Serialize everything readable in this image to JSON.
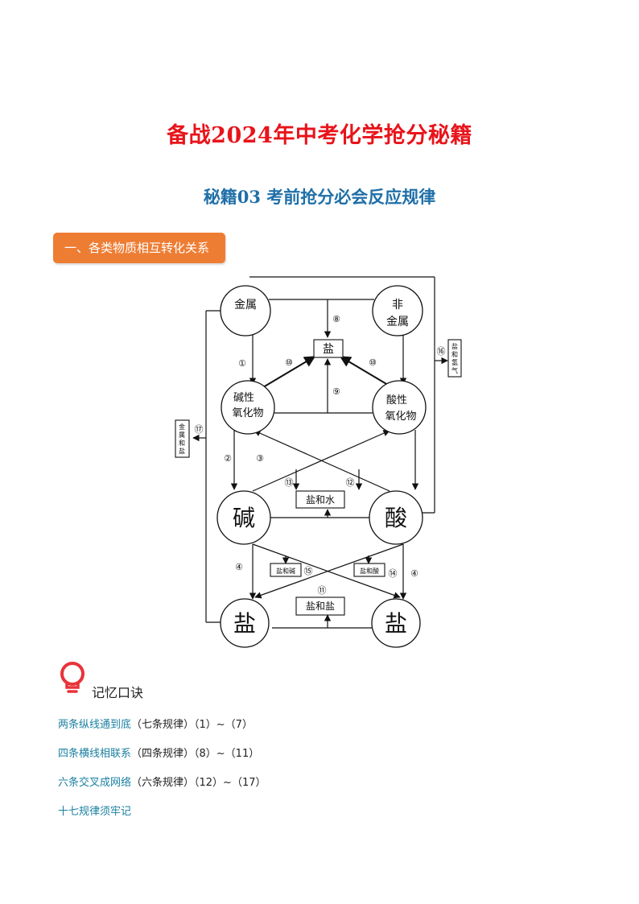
{
  "header": {
    "title": "备战2024年中考化学抢分秘籍",
    "subtitle": "秘籍03    考前抢分必会反应规律"
  },
  "section": {
    "banner": "一、各类物质相互转化关系"
  },
  "diagram": {
    "nodes": {
      "metal": "金属",
      "nonmetal_line1": "非",
      "nonmetal_line2": "金属",
      "basic_oxide_line1": "碱性",
      "basic_oxide_line2": "氧化物",
      "acidic_oxide_line1": "酸性",
      "acidic_oxide_line2": "氧化物",
      "base": "碱",
      "acid": "酸",
      "salt_left": "盐",
      "salt_right": "盐"
    },
    "boxes": {
      "salt_top": "盐",
      "salt_water": "盐和水",
      "salt_base": "盐和碱",
      "salt_acid": "盐和酸",
      "salt_salt": "盐和盐",
      "salt_hydrogen": [
        "盐",
        "和",
        "氢",
        "气"
      ],
      "metal_salt": [
        "金",
        "属",
        "和",
        "盐"
      ]
    },
    "markers": {
      "m1": "①",
      "m2": "②",
      "m3": "③",
      "m4a": "④",
      "m4b": "④",
      "m8": "⑧",
      "m9": "⑨",
      "m10a": "⑩",
      "m10b": "⑩",
      "m11": "⑪",
      "m12": "⑫",
      "m13": "⑬",
      "m14": "⑭",
      "m15": "⑮",
      "m16": "⑯",
      "m17": "⑰"
    }
  },
  "memo": {
    "icon": "lightbulb-icon",
    "title": "记忆口诀",
    "rules": [
      {
        "accent": "两条纵线通到底",
        "rest": "（七条规律）（1）~（7）"
      },
      {
        "accent": "四条横线相联系",
        "rest": "（四条规律）（8）~（11）"
      },
      {
        "accent": "六条交叉成网络",
        "rest": "（六条规律）（12）~（17）"
      },
      {
        "accent": "十七规律须牢记",
        "rest": ""
      }
    ]
  },
  "colors": {
    "title": "#e8141b",
    "subtitle": "#1f6fa8",
    "banner": "#ee7d34",
    "accent_text": "#1a7fa0",
    "icon": "#e8333a"
  }
}
